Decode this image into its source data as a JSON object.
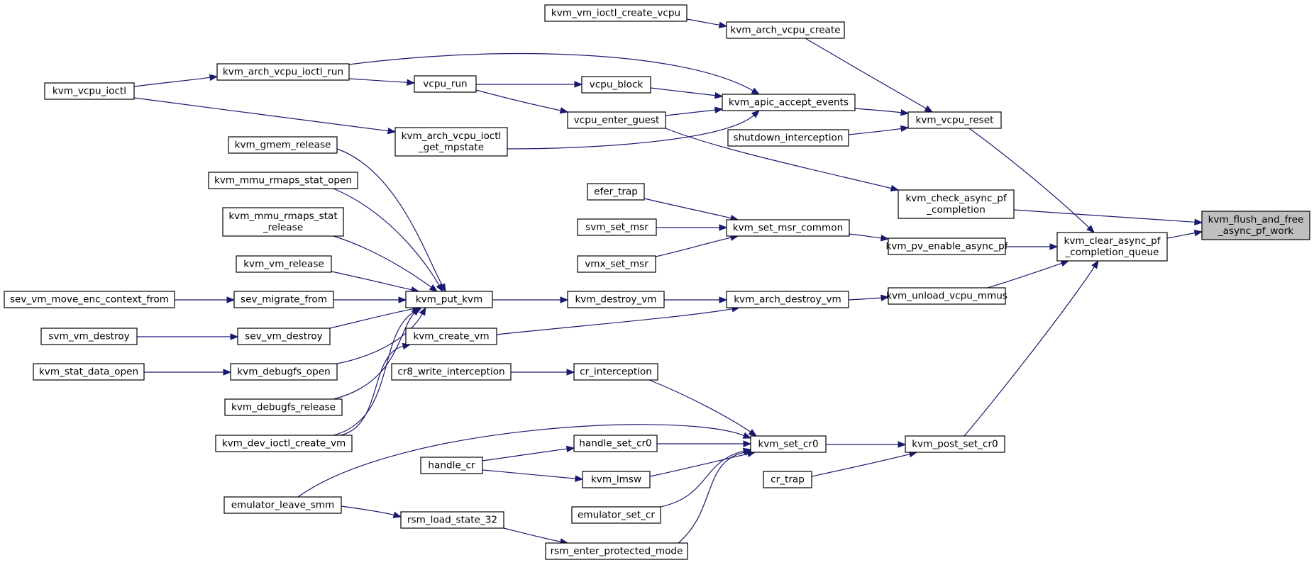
{
  "graph": {
    "type": "call-graph",
    "root": "kvm_flush_and_free_async_pf_work",
    "colors": {
      "edge": "#191970",
      "node_border": "#000000",
      "root_fill": "#bfbfbf",
      "node_fill": "#ffffff"
    },
    "nodes": [
      {
        "id": "kvm_flush_and_free",
        "lines": [
          "kvm_flush_and_free",
          "_async_pf_work"
        ],
        "root": true
      },
      {
        "id": "kvm_clear_async_pf",
        "lines": [
          "kvm_clear_async_pf",
          "_completion_queue"
        ]
      },
      {
        "id": "kvm_check_async_pf",
        "lines": [
          "kvm_check_async_pf",
          "_completion"
        ]
      },
      {
        "id": "kvm_vcpu_reset",
        "lines": [
          "kvm_vcpu_reset"
        ]
      },
      {
        "id": "kvm_pv_enable_async_pf",
        "lines": [
          "kvm_pv_enable_async_pf"
        ]
      },
      {
        "id": "kvm_unload_vcpu_mmus",
        "lines": [
          "kvm_unload_vcpu_mmus"
        ]
      },
      {
        "id": "kvm_post_set_cr0",
        "lines": [
          "kvm_post_set_cr0"
        ]
      },
      {
        "id": "kvm_arch_vcpu_create",
        "lines": [
          "kvm_arch_vcpu_create"
        ]
      },
      {
        "id": "kvm_apic_accept_events",
        "lines": [
          "kvm_apic_accept_events"
        ]
      },
      {
        "id": "shutdown_interception",
        "lines": [
          "shutdown_interception"
        ]
      },
      {
        "id": "kvm_set_msr_common",
        "lines": [
          "kvm_set_msr_common"
        ]
      },
      {
        "id": "kvm_arch_destroy_vm",
        "lines": [
          "kvm_arch_destroy_vm"
        ]
      },
      {
        "id": "kvm_set_cr0",
        "lines": [
          "kvm_set_cr0"
        ]
      },
      {
        "id": "cr_trap",
        "lines": [
          "cr_trap"
        ]
      },
      {
        "id": "kvm_vm_ioctl_create_vcpu",
        "lines": [
          "kvm_vm_ioctl_create_vcpu"
        ]
      },
      {
        "id": "vcpu_block",
        "lines": [
          "vcpu_block"
        ]
      },
      {
        "id": "vcpu_enter_guest",
        "lines": [
          "vcpu_enter_guest"
        ]
      },
      {
        "id": "kvm_arch_vcpu_ioctl_run",
        "lines": [
          "kvm_arch_vcpu_ioctl_run"
        ]
      },
      {
        "id": "kvm_arch_vcpu_ioctl_get_mpstate",
        "lines": [
          "kvm_arch_vcpu_ioctl",
          "_get_mpstate"
        ]
      },
      {
        "id": "vcpu_run",
        "lines": [
          "vcpu_run"
        ]
      },
      {
        "id": "kvm_vcpu_ioctl",
        "lines": [
          "kvm_vcpu_ioctl"
        ]
      },
      {
        "id": "efer_trap",
        "lines": [
          "efer_trap"
        ]
      },
      {
        "id": "svm_set_msr",
        "lines": [
          "svm_set_msr"
        ]
      },
      {
        "id": "vmx_set_msr",
        "lines": [
          "vmx_set_msr"
        ]
      },
      {
        "id": "kvm_destroy_vm",
        "lines": [
          "kvm_destroy_vm"
        ]
      },
      {
        "id": "kvm_create_vm",
        "lines": [
          "kvm_create_vm"
        ]
      },
      {
        "id": "kvm_put_kvm",
        "lines": [
          "kvm_put_kvm"
        ]
      },
      {
        "id": "kvm_gmem_release",
        "lines": [
          "kvm_gmem_release"
        ]
      },
      {
        "id": "kvm_mmu_rmaps_stat_open",
        "lines": [
          "kvm_mmu_rmaps_stat_open"
        ]
      },
      {
        "id": "kvm_mmu_rmaps_stat_release",
        "lines": [
          "kvm_mmu_rmaps_stat",
          "_release"
        ]
      },
      {
        "id": "kvm_vm_release",
        "lines": [
          "kvm_vm_release"
        ]
      },
      {
        "id": "sev_migrate_from",
        "lines": [
          "sev_migrate_from"
        ]
      },
      {
        "id": "sev_vm_destroy",
        "lines": [
          "sev_vm_destroy"
        ]
      },
      {
        "id": "kvm_debugfs_open",
        "lines": [
          "kvm_debugfs_open"
        ]
      },
      {
        "id": "kvm_debugfs_release",
        "lines": [
          "kvm_debugfs_release"
        ]
      },
      {
        "id": "kvm_dev_ioctl_create_vm",
        "lines": [
          "kvm_dev_ioctl_create_vm"
        ]
      },
      {
        "id": "sev_vm_move_enc_context_from",
        "lines": [
          "sev_vm_move_enc_context_from"
        ]
      },
      {
        "id": "svm_vm_destroy",
        "lines": [
          "svm_vm_destroy"
        ]
      },
      {
        "id": "kvm_stat_data_open",
        "lines": [
          "kvm_stat_data_open"
        ]
      },
      {
        "id": "cr_interception",
        "lines": [
          "cr_interception"
        ]
      },
      {
        "id": "cr8_write_interception",
        "lines": [
          "cr8_write_interception"
        ]
      },
      {
        "id": "handle_set_cr0",
        "lines": [
          "handle_set_cr0"
        ]
      },
      {
        "id": "kvm_lmsw",
        "lines": [
          "kvm_lmsw"
        ]
      },
      {
        "id": "handle_cr",
        "lines": [
          "handle_cr"
        ]
      },
      {
        "id": "emulator_set_cr",
        "lines": [
          "emulator_set_cr"
        ]
      },
      {
        "id": "rsm_enter_protected_mode",
        "lines": [
          "rsm_enter_protected_mode"
        ]
      },
      {
        "id": "rsm_load_state_32",
        "lines": [
          "rsm_load_state_32"
        ]
      },
      {
        "id": "emulator_leave_smm",
        "lines": [
          "emulator_leave_smm"
        ]
      }
    ],
    "edges": [
      {
        "from": "kvm_clear_async_pf",
        "to": "kvm_flush_and_free"
      },
      {
        "from": "kvm_check_async_pf",
        "to": "kvm_flush_and_free"
      },
      {
        "from": "kvm_vcpu_reset",
        "to": "kvm_clear_async_pf"
      },
      {
        "from": "kvm_pv_enable_async_pf",
        "to": "kvm_clear_async_pf"
      },
      {
        "from": "kvm_unload_vcpu_mmus",
        "to": "kvm_clear_async_pf"
      },
      {
        "from": "kvm_post_set_cr0",
        "to": "kvm_clear_async_pf"
      },
      {
        "from": "vcpu_enter_guest",
        "to": "kvm_check_async_pf"
      },
      {
        "from": "kvm_arch_vcpu_create",
        "to": "kvm_vcpu_reset"
      },
      {
        "from": "kvm_apic_accept_events",
        "to": "kvm_vcpu_reset"
      },
      {
        "from": "shutdown_interception",
        "to": "kvm_vcpu_reset"
      },
      {
        "from": "kvm_set_msr_common",
        "to": "kvm_pv_enable_async_pf"
      },
      {
        "from": "kvm_arch_destroy_vm",
        "to": "kvm_unload_vcpu_mmus"
      },
      {
        "from": "kvm_set_cr0",
        "to": "kvm_post_set_cr0"
      },
      {
        "from": "cr_trap",
        "to": "kvm_post_set_cr0"
      },
      {
        "from": "kvm_vm_ioctl_create_vcpu",
        "to": "kvm_arch_vcpu_create"
      },
      {
        "from": "vcpu_block",
        "to": "kvm_apic_accept_events"
      },
      {
        "from": "vcpu_enter_guest",
        "to": "kvm_apic_accept_events"
      },
      {
        "from": "kvm_arch_vcpu_ioctl_run",
        "to": "kvm_apic_accept_events"
      },
      {
        "from": "kvm_arch_vcpu_ioctl_get_mpstate",
        "to": "kvm_apic_accept_events"
      },
      {
        "from": "vcpu_run",
        "to": "vcpu_block"
      },
      {
        "from": "vcpu_run",
        "to": "vcpu_enter_guest"
      },
      {
        "from": "kvm_arch_vcpu_ioctl_run",
        "to": "vcpu_run"
      },
      {
        "from": "kvm_vcpu_ioctl",
        "to": "kvm_arch_vcpu_ioctl_run"
      },
      {
        "from": "kvm_vcpu_ioctl",
        "to": "kvm_arch_vcpu_ioctl_get_mpstate"
      },
      {
        "from": "efer_trap",
        "to": "kvm_set_msr_common"
      },
      {
        "from": "svm_set_msr",
        "to": "kvm_set_msr_common"
      },
      {
        "from": "vmx_set_msr",
        "to": "kvm_set_msr_common"
      },
      {
        "from": "kvm_destroy_vm",
        "to": "kvm_arch_destroy_vm"
      },
      {
        "from": "kvm_create_vm",
        "to": "kvm_arch_destroy_vm"
      },
      {
        "from": "kvm_put_kvm",
        "to": "kvm_destroy_vm"
      },
      {
        "from": "kvm_gmem_release",
        "to": "kvm_put_kvm"
      },
      {
        "from": "kvm_mmu_rmaps_stat_open",
        "to": "kvm_put_kvm"
      },
      {
        "from": "kvm_mmu_rmaps_stat_release",
        "to": "kvm_put_kvm"
      },
      {
        "from": "kvm_vm_release",
        "to": "kvm_put_kvm"
      },
      {
        "from": "sev_migrate_from",
        "to": "kvm_put_kvm"
      },
      {
        "from": "sev_vm_destroy",
        "to": "kvm_put_kvm"
      },
      {
        "from": "kvm_debugfs_open",
        "to": "kvm_put_kvm"
      },
      {
        "from": "kvm_debugfs_release",
        "to": "kvm_put_kvm"
      },
      {
        "from": "kvm_dev_ioctl_create_vm",
        "to": "kvm_put_kvm"
      },
      {
        "from": "kvm_dev_ioctl_create_vm",
        "to": "kvm_create_vm"
      },
      {
        "from": "sev_vm_move_enc_context_from",
        "to": "sev_migrate_from"
      },
      {
        "from": "svm_vm_destroy",
        "to": "sev_vm_destroy"
      },
      {
        "from": "kvm_stat_data_open",
        "to": "kvm_debugfs_open"
      },
      {
        "from": "cr_interception",
        "to": "kvm_set_cr0"
      },
      {
        "from": "handle_set_cr0",
        "to": "kvm_set_cr0"
      },
      {
        "from": "kvm_lmsw",
        "to": "kvm_set_cr0"
      },
      {
        "from": "emulator_set_cr",
        "to": "kvm_set_cr0"
      },
      {
        "from": "rsm_enter_protected_mode",
        "to": "kvm_set_cr0"
      },
      {
        "from": "emulator_leave_smm",
        "to": "kvm_set_cr0"
      },
      {
        "from": "cr8_write_interception",
        "to": "cr_interception"
      },
      {
        "from": "handle_cr",
        "to": "handle_set_cr0"
      },
      {
        "from": "handle_cr",
        "to": "kvm_lmsw"
      },
      {
        "from": "rsm_load_state_32",
        "to": "rsm_enter_protected_mode"
      },
      {
        "from": "emulator_leave_smm",
        "to": "rsm_load_state_32"
      }
    ]
  }
}
